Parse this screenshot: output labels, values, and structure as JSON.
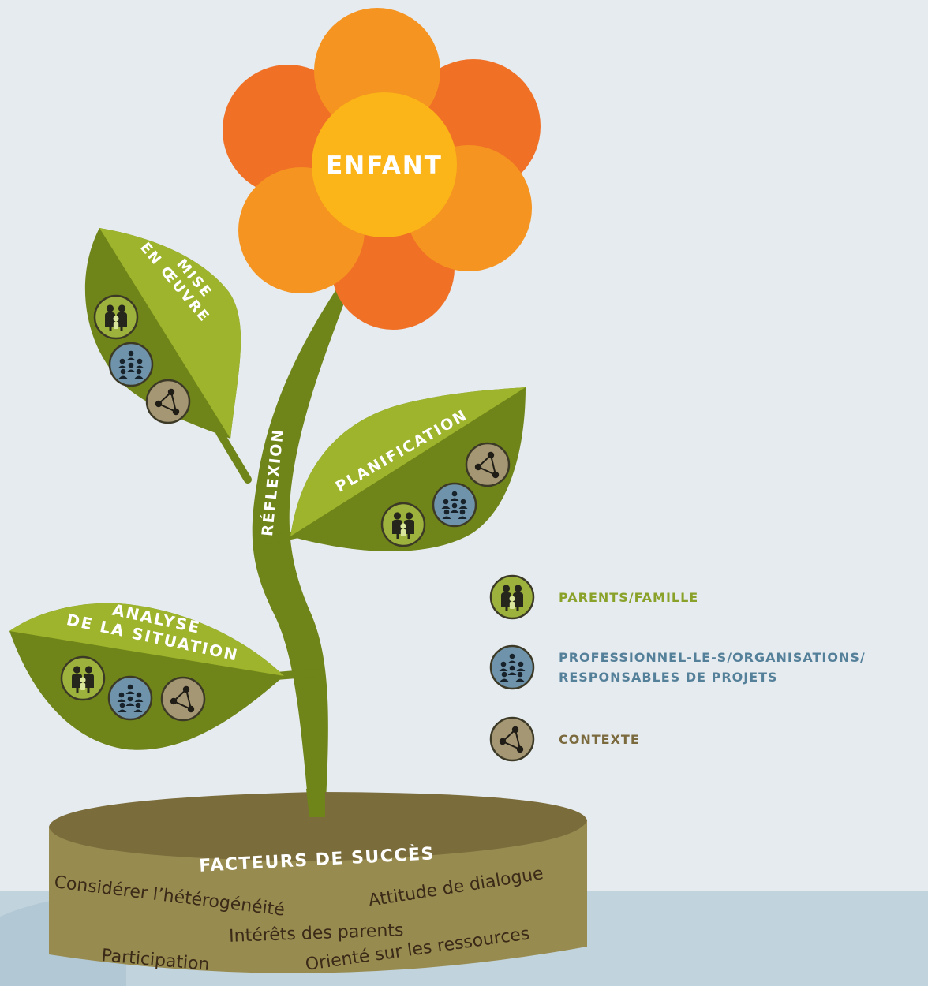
{
  "center": {
    "label": "ENFANT"
  },
  "stem": {
    "label": "RÉFLEXION"
  },
  "leaves": {
    "mise": {
      "line1": "MISE",
      "line2": "EN ŒUVRE"
    },
    "planification": {
      "label": "PLANIFICATION"
    },
    "analyse": {
      "line1": "ANALYSE",
      "line2": "DE LA SITUATION"
    }
  },
  "pot": {
    "title": "FACTEURS DE SUCCÈS",
    "factors": [
      "Considérer l’hétérogénéité",
      "Attitude de dialogue",
      "Intérêts des parents",
      "Participation",
      "Orienté sur les ressources"
    ]
  },
  "legend": {
    "parents": {
      "label": "PARENTS/FAMILLE",
      "icon": "family-icon"
    },
    "pros": {
      "line1": "PROFESSIONNEL-LE-S/ORGANISATIONS/",
      "line2": "RESPONSABLES DE PROJETS",
      "icon": "group-icon"
    },
    "context": {
      "label": "CONTEXTE",
      "icon": "network-icon"
    }
  },
  "colors": {
    "background": "#e6ebef",
    "ground": "#c1d3dd",
    "petal_dark": "#f07026",
    "petal_light": "#f59420",
    "center": "#fbb518",
    "leaf_light": "#9db42c",
    "leaf_dark": "#6f8419",
    "pot_body": "#988b50",
    "pot_top": "#7b6c3c",
    "parents": "#9cb23c",
    "pros": "#6f93aa",
    "context": "#a59674"
  }
}
